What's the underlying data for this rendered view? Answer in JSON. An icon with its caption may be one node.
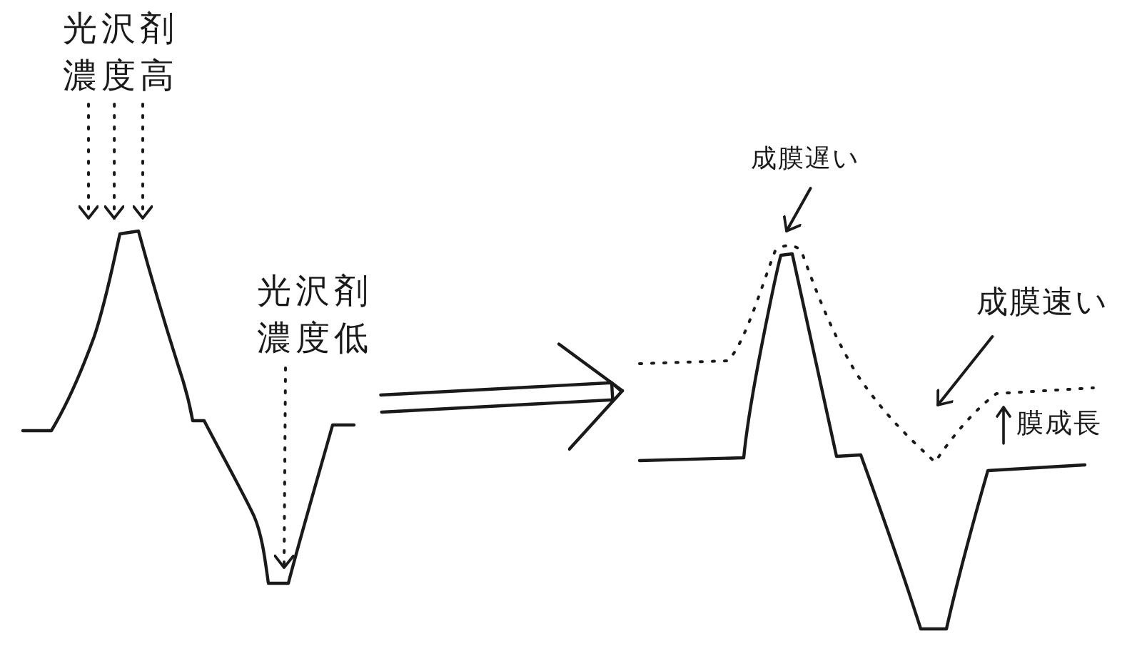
{
  "diagram": {
    "nodes": [
      {
        "text": [
          "光沢剤濃度高"
        ]
      },
      {
        "text": [],
        "shape": "picture"
      },
      {
        "text": [
          "光沢剤濃度低"
        ]
      },
      {
        "text": [
          "成膜遅い"
        ]
      },
      {
        "text": [],
        "shape": "picture"
      },
      {
        "text": [
          "成膜速い"
        ]
      }
    ],
    "edges": [
      {
        "from": 0,
        "to": 1,
        "arrow": "to",
        "style": "dashed"
      },
      {
        "from": 0,
        "to": 1,
        "arrow": "to",
        "style": "dashed"
      },
      {
        "from": 0,
        "to": 1,
        "arrow": "to",
        "style": "dashed"
      },
      {
        "from": 2,
        "to": 1,
        "arrow": "to",
        "style": "dashed"
      },
      {
        "from": 1,
        "to": 4,
        "arrow": "to"
      },
      {
        "from": 3,
        "to": 4,
        "arrow": "to"
      },
      {
        "from": 5,
        "to": 4,
        "arrow": "to"
      }
    ],
    "labels": [
      "膜成長"
    ]
  }
}
